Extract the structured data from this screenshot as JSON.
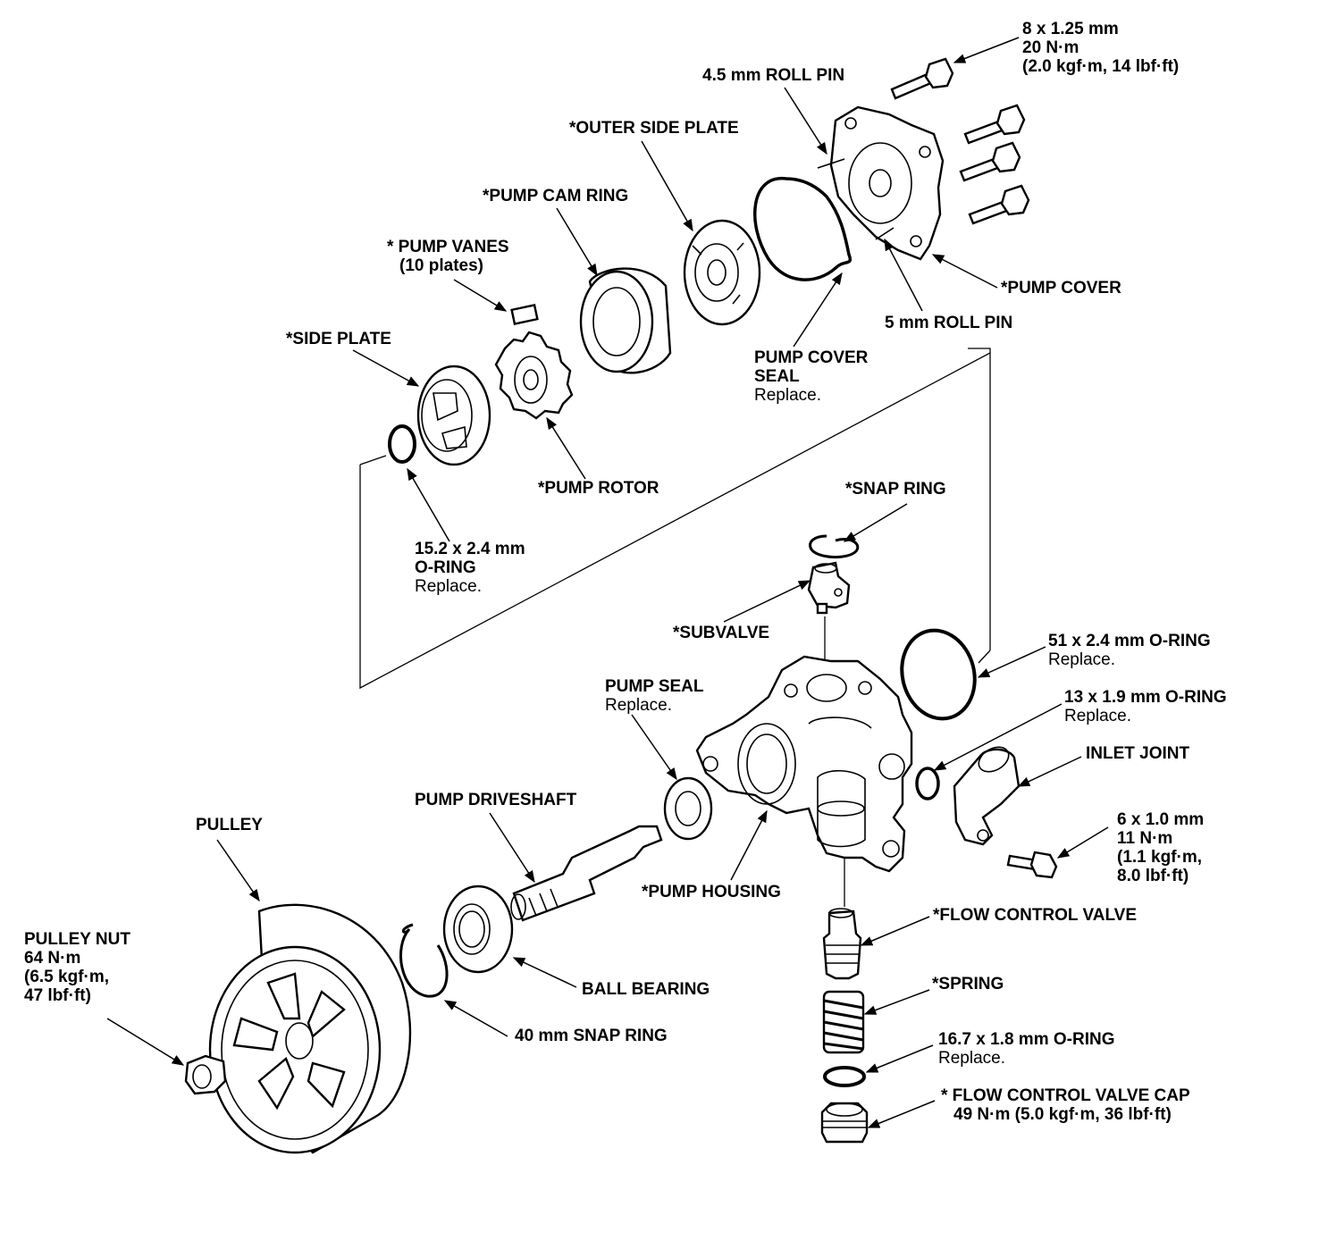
{
  "labels": {
    "bolt_cover": [
      "8 x 1.25 mm",
      "20 N·m",
      "(2.0 kgf·m, 14 lbf·ft)"
    ],
    "roll_pin_45": "4.5 mm ROLL PIN",
    "outer_side_plate": "*OUTER SIDE PLATE",
    "pump_cam_ring": "*PUMP CAM RING",
    "pump_vanes": [
      "* PUMP VANES",
      "(10 plates)"
    ],
    "side_plate": "*SIDE PLATE",
    "pump_cover": "*PUMP COVER",
    "roll_pin_5": "5 mm ROLL PIN",
    "pump_cover_seal": [
      "PUMP COVER",
      "SEAL",
      "Replace."
    ],
    "pump_rotor": "*PUMP ROTOR",
    "snap_ring_top": "*SNAP RING",
    "oring_152": [
      "15.2 x 2.4 mm",
      "O-RING",
      "Replace."
    ],
    "subvalve": "*SUBVALVE",
    "oring_51": [
      "51 x 2.4 mm O-RING",
      "Replace."
    ],
    "pump_seal": [
      "PUMP SEAL",
      "Replace."
    ],
    "oring_13": [
      "13 x 1.9 mm O-RING",
      "Replace."
    ],
    "inlet_joint": "INLET JOINT",
    "pump_driveshaft": "PUMP DRIVESHAFT",
    "pulley": "PULLEY",
    "bolt_inlet": [
      "6 x 1.0 mm",
      "11 N·m",
      "(1.1 kgf·m,",
      "8.0 lbf·ft)"
    ],
    "pump_housing": "*PUMP HOUSING",
    "flow_control_valve": "*FLOW CONTROL VALVE",
    "pulley_nut": [
      "PULLEY NUT",
      "64 N·m",
      "(6.5 kgf·m,",
      "47 lbf·ft)"
    ],
    "ball_bearing": "BALL BEARING",
    "spring": "*SPRING",
    "snap_ring_40": "40 mm SNAP RING",
    "oring_167": [
      "16.7 x 1.8 mm O-RING",
      "Replace."
    ],
    "flow_control_valve_cap": [
      "* FLOW CONTROL VALVE CAP",
      "49 N·m (5.0 kgf·m, 36 lbf·ft)"
    ]
  }
}
